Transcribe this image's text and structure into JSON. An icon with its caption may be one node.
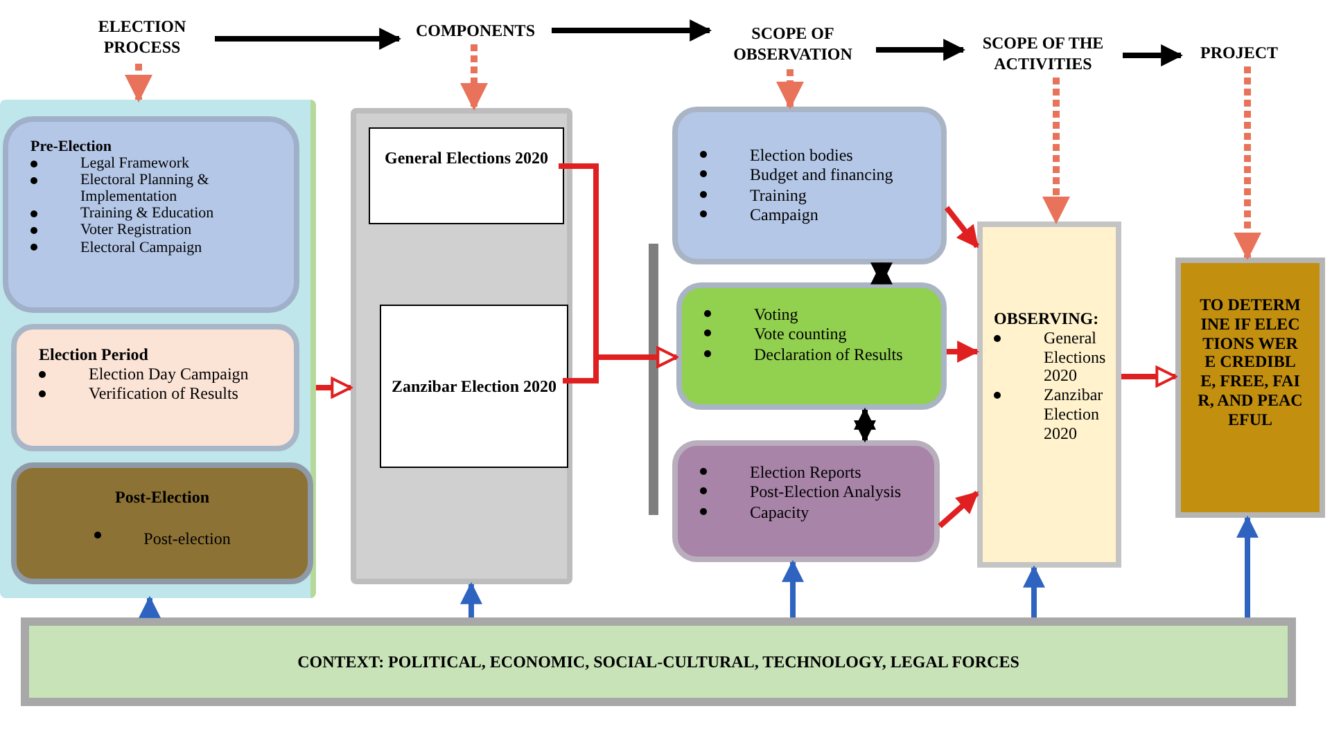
{
  "diagram": {
    "nodes": [
      {
        "text": [
          "ELECTION PROCESS"
        ]
      },
      {
        "text": [
          "COMPONENTS"
        ]
      },
      {
        "text": [
          "SCOPE OF OBSERVATION"
        ]
      },
      {
        "text": [
          "SCOPE OF THE ACTIVITIES"
        ]
      },
      {
        "text": [
          "PROJECT"
        ]
      },
      {
        "text": [],
        "shape": "box"
      },
      {
        "text": [
          "Pre-Election",
          "Legal Framework",
          "Electoral Planning & Implementation",
          "Training & Education",
          "Voter Registration",
          "Electoral Campaign"
        ],
        "in": 5
      },
      {
        "text": [
          "Election Period",
          "Election Day Campaign",
          "Verification of Results"
        ],
        "in": 5
      },
      {
        "text": [
          "Post-Election",
          "Post-election"
        ],
        "in": 5
      },
      {
        "text": [],
        "shape": "box"
      },
      {
        "text": [
          "General Elections 2020"
        ],
        "in": 9
      },
      {
        "text": [
          "Zanzibar Election 2020"
        ],
        "in": 9
      },
      {
        "text": [
          "Election bodies",
          "Budget and financing",
          "Training",
          "Campaign"
        ]
      },
      {
        "text": [
          "Voting",
          "Vote counting",
          "Declaration of Results"
        ]
      },
      {
        "text": [
          "Election Reports",
          "Post-Election Analysis",
          "Capacity"
        ]
      },
      {
        "text": [
          "OBSERVING:",
          "General Elections 2020",
          "Zanzibar Election 2020"
        ]
      },
      {
        "text": [
          "TO DETERMINE IF ELECTIONS WERE CREDIBLE, FREE, FAIR, AND PEACEFUL"
        ]
      },
      {
        "text": [
          "CONTEXT: POLITICAL, ECONOMIC, SOCIAL-CULTURAL, TECHNOLOGY, LEGAL FORCES"
        ]
      }
    ],
    "edges": [
      {
        "from": 0,
        "to": 1,
        "arrow": "to",
        "color": "#000000"
      },
      {
        "from": 1,
        "to": 2,
        "arrow": "to",
        "color": "#000000"
      },
      {
        "from": 2,
        "to": 3,
        "arrow": "to",
        "color": "#000000"
      },
      {
        "from": 3,
        "to": 4,
        "arrow": "to",
        "color": "#000000"
      },
      {
        "from": 0,
        "to": 5,
        "arrow": "to",
        "style": "dashed",
        "color": "#e8735a"
      },
      {
        "from": 1,
        "to": 9,
        "arrow": "to",
        "style": "dashed",
        "color": "#e8735a"
      },
      {
        "from": 2,
        "to": 12,
        "arrow": "to",
        "style": "dashed",
        "color": "#e8735a"
      },
      {
        "from": 3,
        "to": 15,
        "arrow": "to",
        "style": "dashed",
        "color": "#e8735a"
      },
      {
        "from": 4,
        "to": 16,
        "arrow": "to",
        "style": "dashed",
        "color": "#e8735a"
      },
      {
        "from": 5,
        "to": 9,
        "arrow": "to",
        "color": "#e02020"
      },
      {
        "from": 10,
        "to": 13,
        "arrow": "to",
        "color": "#e02020"
      },
      {
        "from": 11,
        "to": 13,
        "arrow": "to",
        "color": "#e02020"
      },
      {
        "from": 12,
        "to": 13,
        "arrow": "both",
        "color": "#000000"
      },
      {
        "from": 13,
        "to": 14,
        "arrow": "both",
        "color": "#000000"
      },
      {
        "from": 12,
        "to": 15,
        "arrow": "to",
        "color": "#e02020"
      },
      {
        "from": 13,
        "to": 15,
        "arrow": "to",
        "color": "#e02020"
      },
      {
        "from": 14,
        "to": 15,
        "arrow": "to",
        "color": "#e02020"
      },
      {
        "from": 15,
        "to": 16,
        "arrow": "to",
        "color": "#e02020"
      },
      {
        "from": 17,
        "to": 5,
        "arrow": "to",
        "color": "#2e64c0"
      },
      {
        "from": 17,
        "to": 9,
        "arrow": "to",
        "color": "#2e64c0"
      },
      {
        "from": 17,
        "to": 14,
        "arrow": "to",
        "color": "#2e64c0"
      },
      {
        "from": 17,
        "to": 15,
        "arrow": "to",
        "color": "#2e64c0"
      },
      {
        "from": 17,
        "to": 16,
        "arrow": "to",
        "color": "#2e64c0"
      }
    ]
  }
}
